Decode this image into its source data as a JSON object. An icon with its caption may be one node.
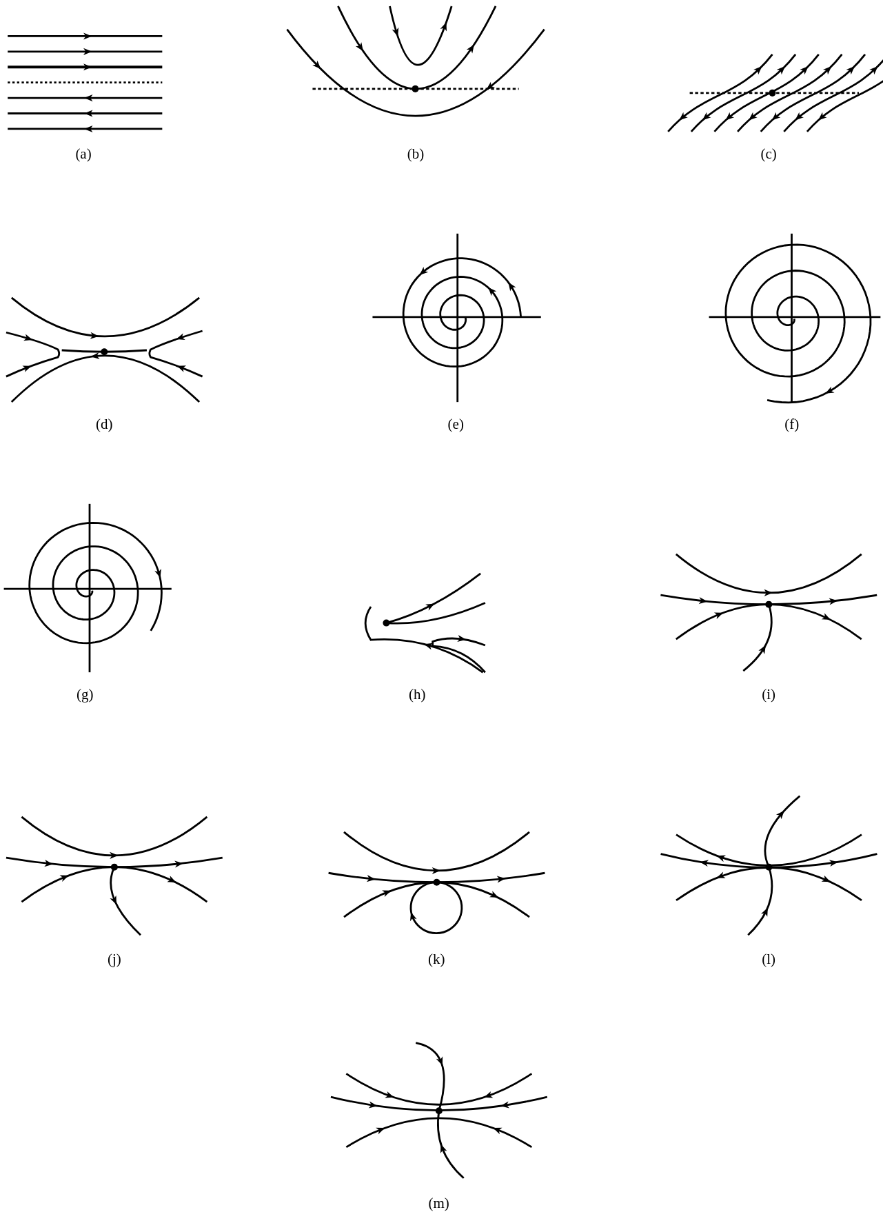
{
  "diagram": {
    "labels": [
      "(a)",
      "(b)",
      "(c)",
      "(d)",
      "(e)",
      "(f)",
      "(g)",
      "(h)",
      "(i)",
      "(j)",
      "(k)",
      "(l)",
      "(m)"
    ]
  }
}
